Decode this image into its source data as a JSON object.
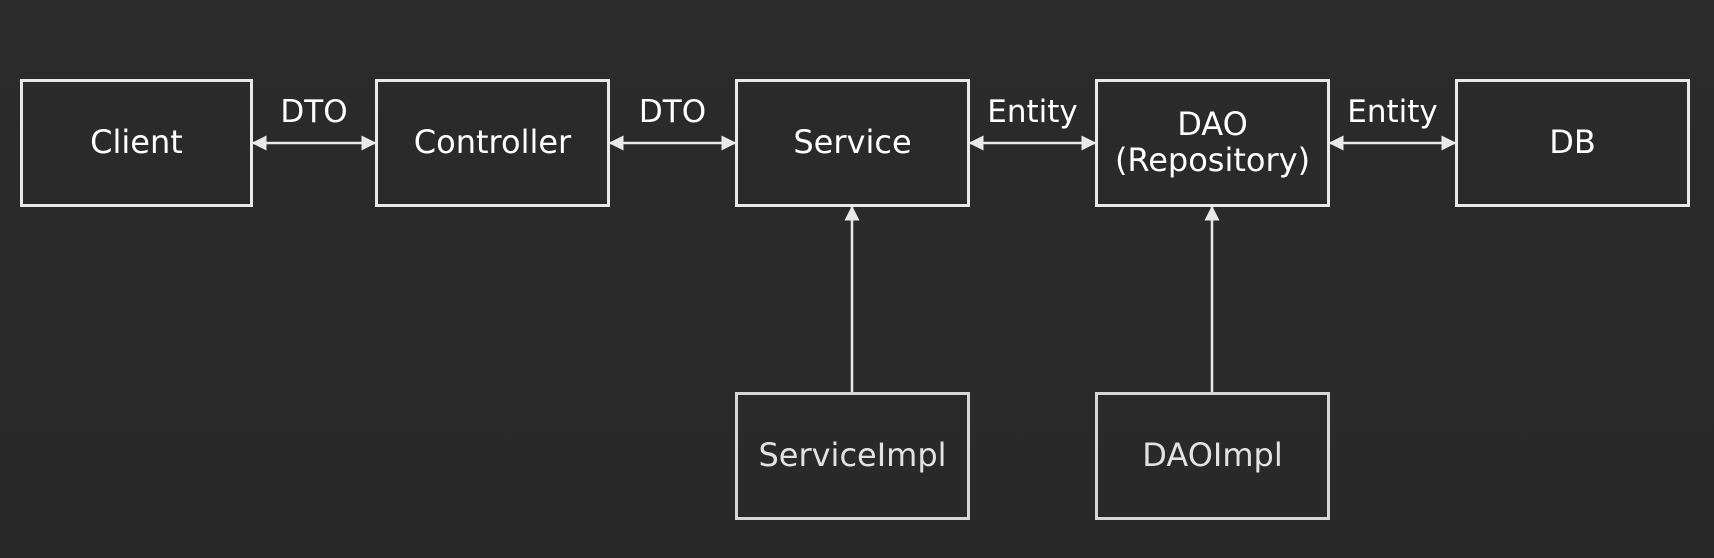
{
  "nodes": {
    "client": "Client",
    "controller": "Controller",
    "service": "Service",
    "dao": "DAO\n(Repository)",
    "db": "DB",
    "service_impl": "ServiceImpl",
    "dao_impl": "DAOImpl"
  },
  "edges": {
    "client_controller": "DTO",
    "controller_service": "DTO",
    "service_dao": "Entity",
    "dao_db": "Entity"
  },
  "colors": {
    "background": "#2a2a2a",
    "stroke": "#e9e9e9",
    "text": "#ffffff"
  }
}
